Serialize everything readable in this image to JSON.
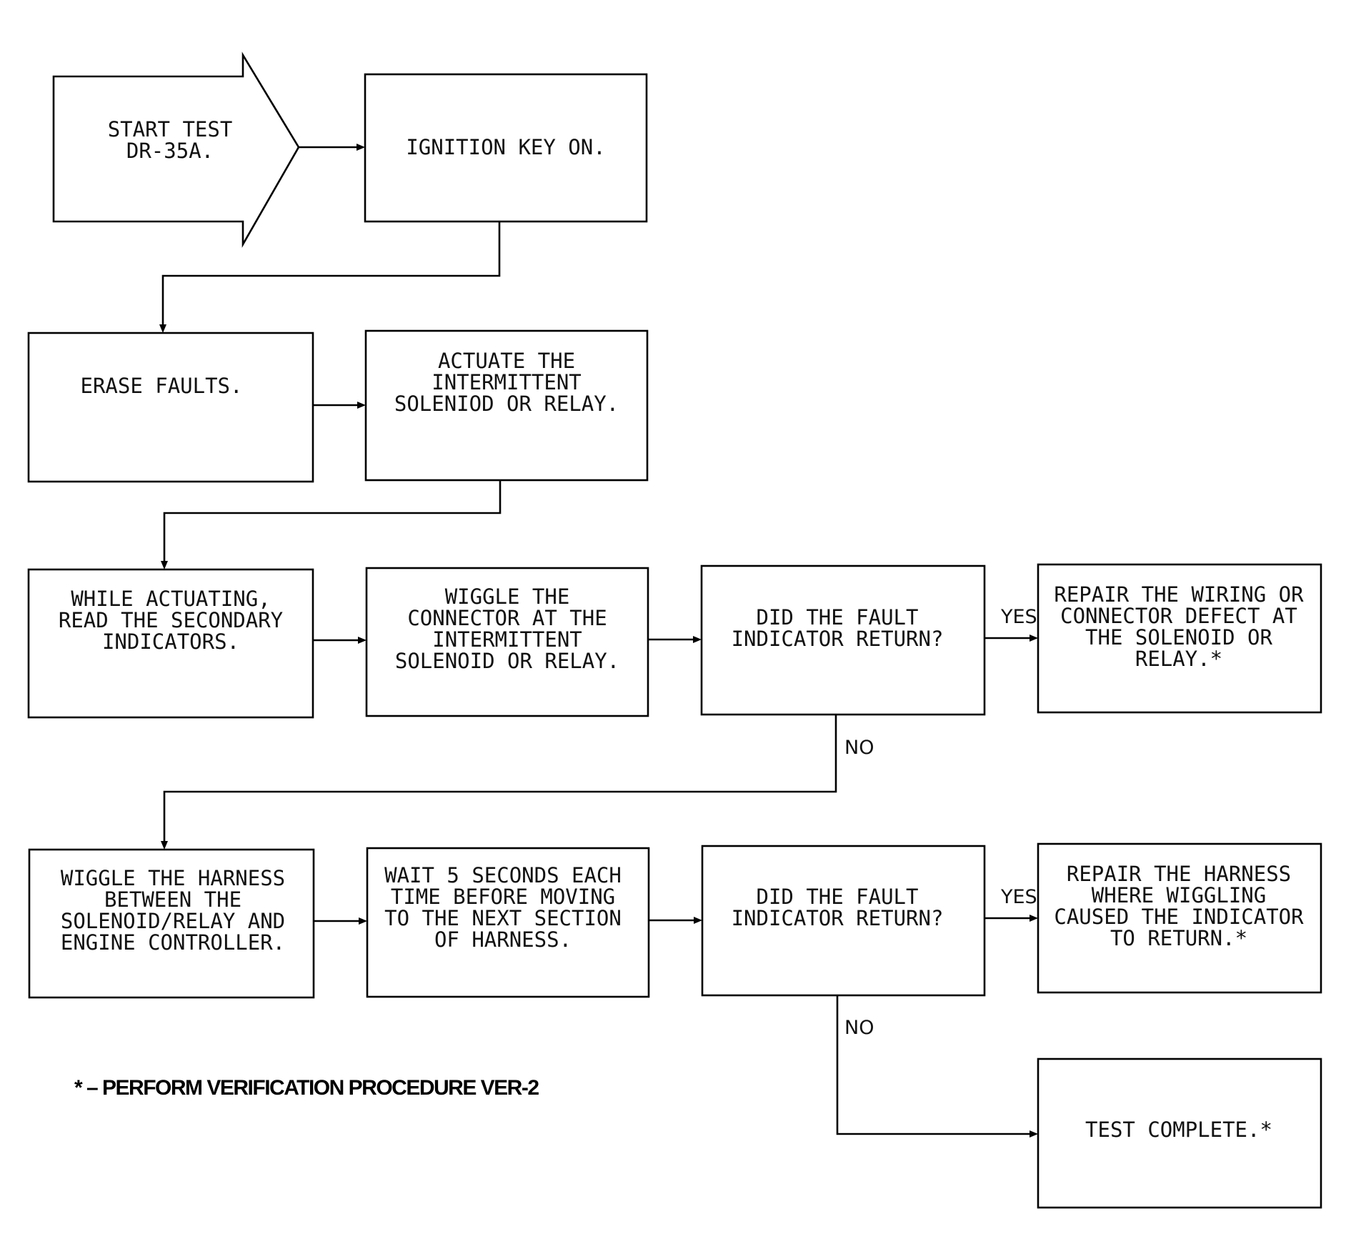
{
  "steps": {
    "start": [
      "START TEST",
      "DR-35A."
    ],
    "ignition": [
      "IGNITION KEY ON."
    ],
    "erase": [
      "ERASE FAULTS."
    ],
    "actuate": [
      "ACTUATE THE",
      "INTERMITTENT",
      "SOLENIOD OR RELAY."
    ],
    "read": [
      "WHILE ACTUATING,",
      "READ THE SECONDARY",
      "INDICATORS."
    ],
    "wiggle_connector": [
      "WIGGLE THE",
      "CONNECTOR AT THE",
      "INTERMITTENT",
      "SOLENOID OR RELAY."
    ],
    "decision_1": [
      "DID THE FAULT",
      "INDICATOR RETURN?"
    ],
    "repair_wiring": [
      "REPAIR THE WIRING OR",
      "CONNECTOR DEFECT AT",
      "THE SOLENOID OR",
      "RELAY.*"
    ],
    "wiggle_harness": [
      "WIGGLE THE HARNESS",
      "BETWEEN THE",
      "SOLENOID/RELAY AND",
      "ENGINE CONTROLLER."
    ],
    "wait": [
      "WAIT 5 SECONDS EACH",
      "TIME BEFORE MOVING",
      "TO THE NEXT SECTION",
      "OF HARNESS."
    ],
    "decision_2": [
      "DID THE FAULT",
      "INDICATOR RETURN?"
    ],
    "repair_harness": [
      "REPAIR THE HARNESS",
      "WHERE WIGGLING",
      "CAUSED THE INDICATOR",
      "TO RETURN.*"
    ],
    "complete": [
      "TEST COMPLETE.*"
    ]
  },
  "branch_labels": {
    "yes_1": "YES",
    "no_1": "NO",
    "yes_2": "YES",
    "no_2": "NO"
  },
  "footnote": "* – PERFORM VERIFICATION PROCEDURE VER-2"
}
